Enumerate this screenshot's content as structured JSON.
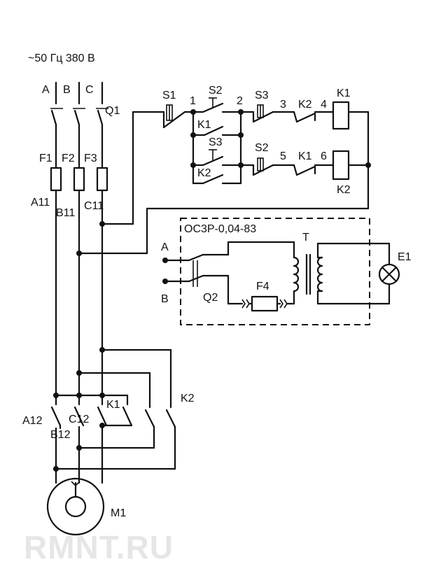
{
  "supply": {
    "label": "~50 Гц 380 В",
    "phases": [
      "A",
      "B",
      "C"
    ]
  },
  "main_switch": "Q1",
  "fuses": [
    "F1",
    "F2",
    "F3"
  ],
  "line_nodes": [
    "A11",
    "B11",
    "C11"
  ],
  "motor_nodes": [
    "A12",
    "B12",
    "C12"
  ],
  "motor": "M1",
  "contactors": [
    "K1",
    "K2"
  ],
  "control": {
    "buttons": [
      "S1",
      "S2",
      "S3"
    ],
    "node_numbers": [
      "1",
      "2",
      "3",
      "4",
      "5",
      "6"
    ]
  },
  "lighting_block": {
    "title": "ОС3Р-0,04-83",
    "transformer": "T",
    "switch": "Q2",
    "fuse": "F4",
    "lamp": "E1",
    "inputs": [
      "A",
      "B"
    ]
  },
  "watermark": "RMNT.RU"
}
